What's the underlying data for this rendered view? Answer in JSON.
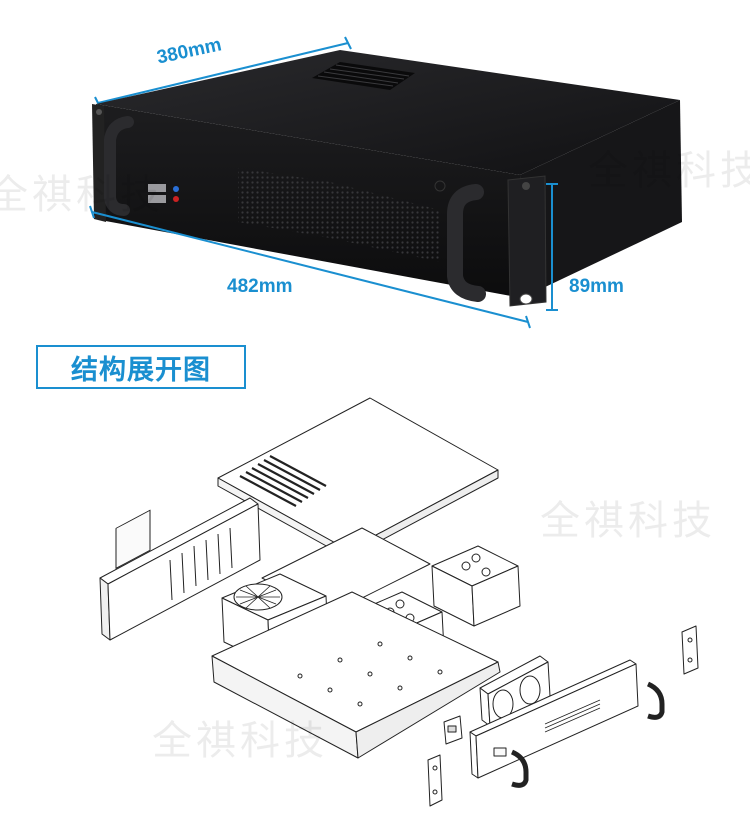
{
  "dimensions": {
    "depth": "380mm",
    "width": "482mm",
    "height": "89mm"
  },
  "section_title": "结构展开图",
  "watermark": "全祺科技",
  "colors": {
    "accent": "#1a8fd0",
    "chassis": "#1b1b1d",
    "line": "#222222"
  }
}
